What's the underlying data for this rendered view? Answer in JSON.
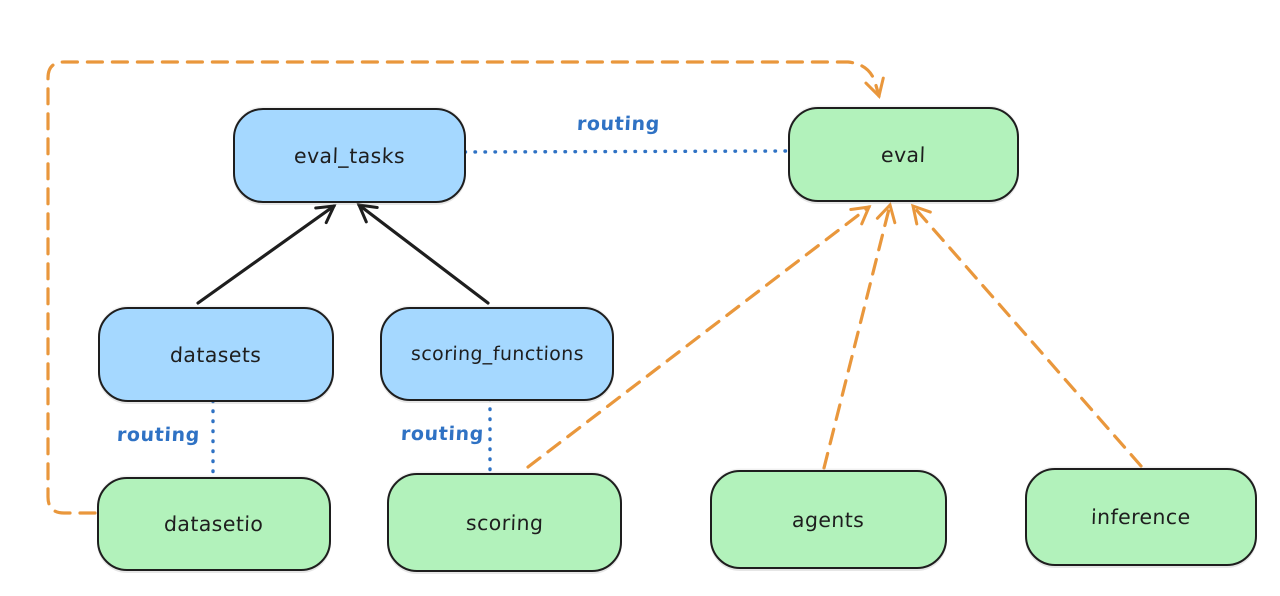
{
  "diagram": {
    "title_visible": false,
    "colors": {
      "background": "#ffffff",
      "ink": "#1e1e1e",
      "blue_fill": "#a5d8ff",
      "green_fill": "#b2f2bb",
      "routing_blue": "#2f72c4",
      "orange": "#e9973c"
    },
    "nodes": [
      {
        "id": "eval_tasks",
        "label": "eval_tasks",
        "kind": "resource",
        "fill": "blue"
      },
      {
        "id": "eval",
        "label": "eval",
        "kind": "api",
        "fill": "green"
      },
      {
        "id": "datasets",
        "label": "datasets",
        "kind": "resource",
        "fill": "blue"
      },
      {
        "id": "scoring_functions",
        "label": "scoring_functions",
        "kind": "resource",
        "fill": "blue"
      },
      {
        "id": "datasetio",
        "label": "datasetio",
        "kind": "api",
        "fill": "green"
      },
      {
        "id": "scoring",
        "label": "scoring",
        "kind": "api",
        "fill": "green"
      },
      {
        "id": "agents",
        "label": "agents",
        "kind": "api",
        "fill": "green"
      },
      {
        "id": "inference",
        "label": "inference",
        "kind": "api",
        "fill": "green"
      }
    ],
    "edge_labels": [
      {
        "id": "routing-evaltasks-eval",
        "text": "routing"
      },
      {
        "id": "routing-datasets-datasetio",
        "text": "routing"
      },
      {
        "id": "routing-scoringfunctions-scoring",
        "text": "routing"
      }
    ],
    "edges": [
      {
        "from": "datasets",
        "to": "eval_tasks",
        "style": "solid-black-arrow"
      },
      {
        "from": "scoring_functions",
        "to": "eval_tasks",
        "style": "solid-black-arrow"
      },
      {
        "from": "eval_tasks",
        "to": "eval",
        "style": "dotted-blue",
        "label": "routing"
      },
      {
        "from": "datasets",
        "to": "datasetio",
        "style": "dotted-blue",
        "label": "routing"
      },
      {
        "from": "scoring_functions",
        "to": "scoring",
        "style": "dotted-blue",
        "label": "routing"
      },
      {
        "from": "datasetio",
        "to": "eval",
        "style": "dashed-orange-arrow"
      },
      {
        "from": "scoring",
        "to": "eval",
        "style": "dashed-orange-arrow"
      },
      {
        "from": "agents",
        "to": "eval",
        "style": "dashed-orange-arrow"
      },
      {
        "from": "inference",
        "to": "eval",
        "style": "dashed-orange-arrow"
      }
    ]
  }
}
